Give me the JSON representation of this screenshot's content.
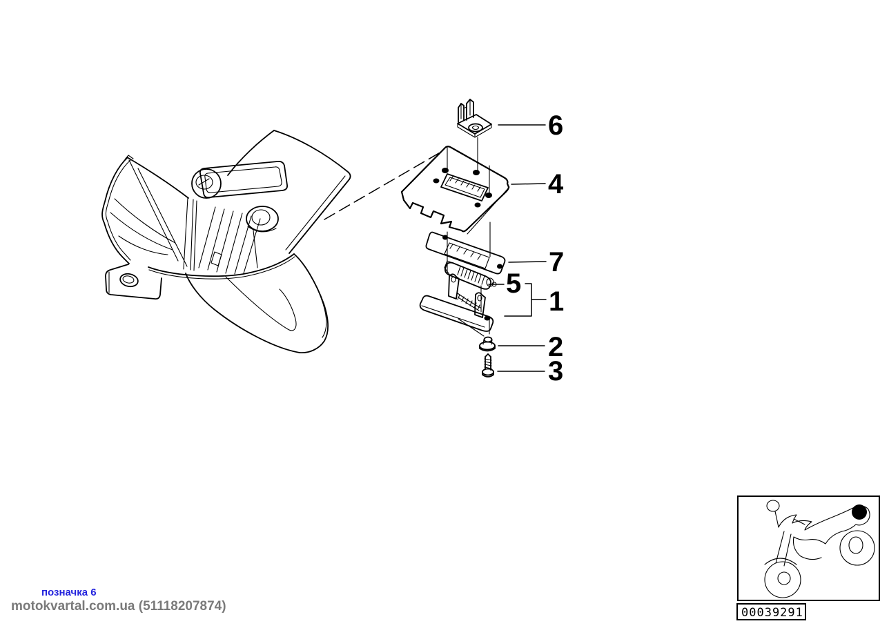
{
  "diagram": {
    "callouts": [
      {
        "label": "6"
      },
      {
        "label": "4"
      },
      {
        "label": "7"
      },
      {
        "label": "5"
      },
      {
        "label": "1"
      },
      {
        "label": "2"
      },
      {
        "label": "3"
      }
    ],
    "watermark": {
      "line1": "позначка 6",
      "line2": "motokvartal.com.ua (51118207874)"
    },
    "thumbnail": {
      "part_code": "00039291"
    },
    "colors": {
      "line": "#000000",
      "background": "#ffffff",
      "watermark_blue": "#2323dd",
      "watermark_gray": "#7a7a7a",
      "highlight_dot": "#000000"
    }
  }
}
